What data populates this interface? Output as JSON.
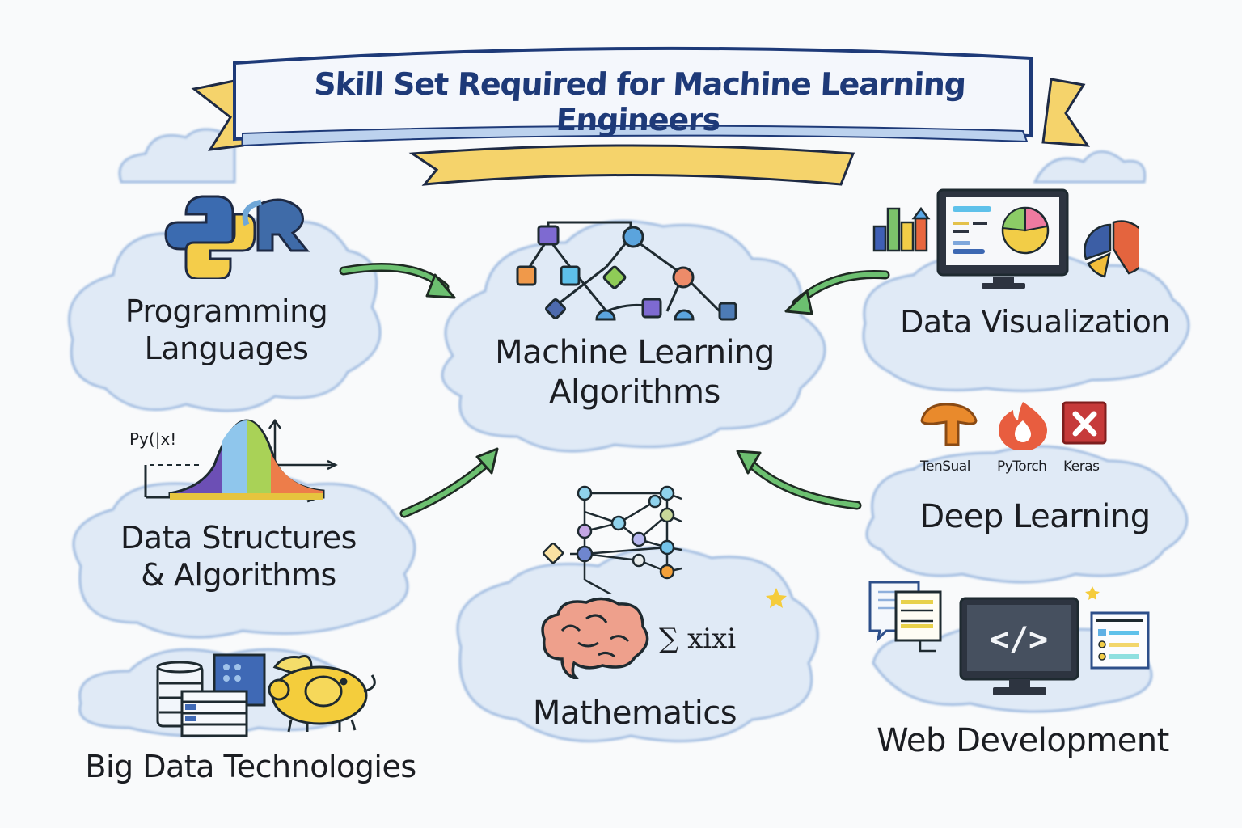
{
  "title": "Skill Set Required for Machine Learning Engineers",
  "center_node": {
    "label_line1": "Machine Learning",
    "label_line2": "Algorithms",
    "icon": "graph-network-icon"
  },
  "skills": [
    {
      "id": "programming",
      "label_line1": "Programming",
      "label_line2": "Languages",
      "icons": [
        "python-logo-icon",
        "r-logo-icon"
      ],
      "arrow_to_center": true
    },
    {
      "id": "dsa",
      "label_line1": "Data Structures",
      "label_line2": "& Algorithms",
      "icons": [
        "normal-distribution-icon"
      ],
      "annotation": "Py(|x!",
      "arrow_to_center": true
    },
    {
      "id": "bigdata",
      "label_line1": "Big Data Technologies",
      "icons": [
        "database-stack-icon",
        "server-rack-icon",
        "hadoop-elephant-icon"
      ],
      "arrow_to_center": false
    },
    {
      "id": "math",
      "label_line1": "Mathematics",
      "icons": [
        "neural-net-icon",
        "brain-icon"
      ],
      "formula": "∑ xixi",
      "arrow_to_center": false
    },
    {
      "id": "dataviz",
      "label_line1": "Data Visualization",
      "icons": [
        "bar-chart-icon",
        "monitor-dashboard-icon",
        "pie-chart-icon"
      ],
      "arrow_to_center": true
    },
    {
      "id": "deeplearning",
      "label_line1": "Deep Learning",
      "icons": [
        "tensorflow-icon",
        "pytorch-icon",
        "keras-icon"
      ],
      "arrow_to_center": true,
      "frameworks": [
        {
          "name": "TenSual",
          "color": "#e98a2c"
        },
        {
          "name": "PyTorch",
          "color": "#e85d3f"
        },
        {
          "name": "Keras",
          "color": "#c63a3a"
        }
      ]
    },
    {
      "id": "webdev",
      "label_line1": "Web Development",
      "icons": [
        "chat-document-icon",
        "code-monitor-icon",
        "web-form-icon"
      ],
      "code_glyph": "</>",
      "arrow_to_center": false
    }
  ],
  "colors": {
    "title_text": "#1e3a78",
    "banner_fill": "#f4f7fc",
    "banner_outline": "#1e3a78",
    "ribbon_yellow": "#f5d36b",
    "cloud_blue": "#a9c4e6",
    "cloud_stroke": "#6f97cc",
    "arrow_green": "#6cc070",
    "text": "#1b1d22"
  }
}
